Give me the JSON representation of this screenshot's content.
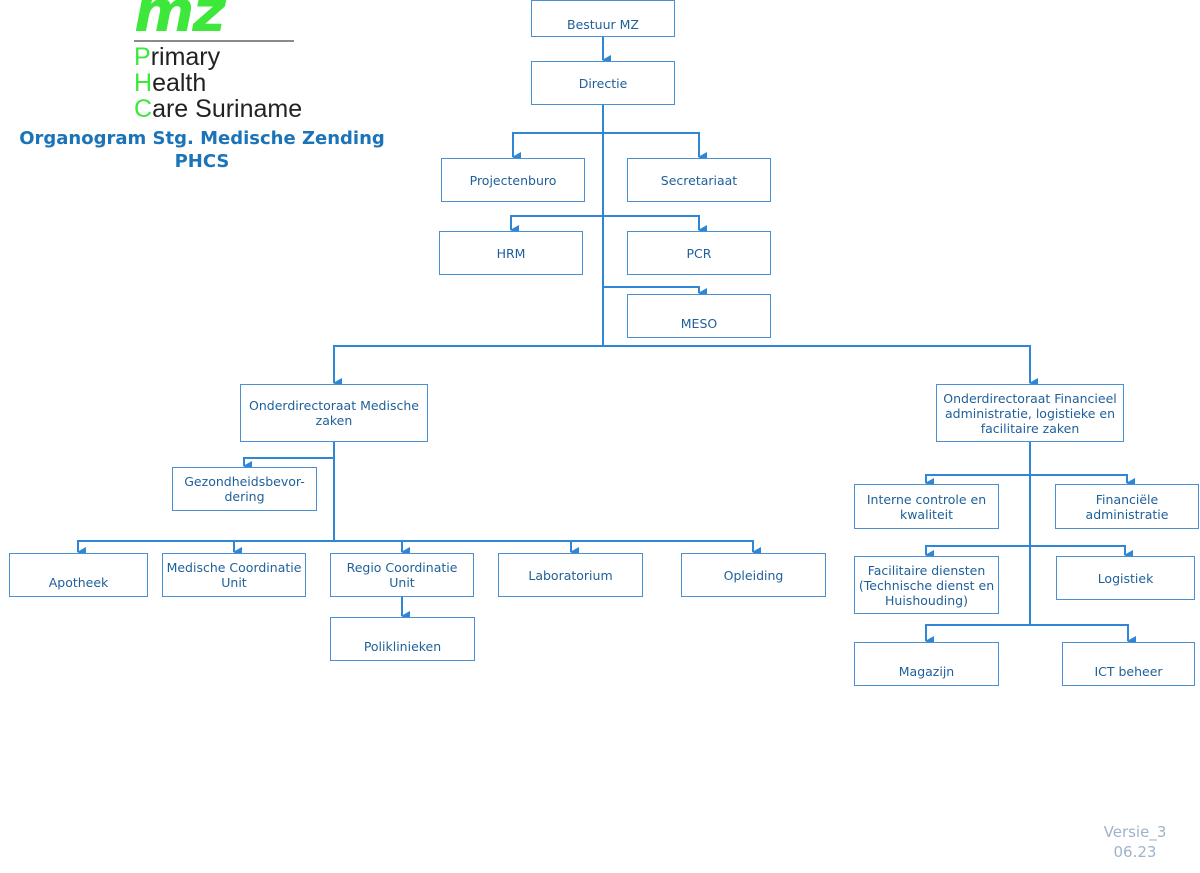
{
  "logo": {
    "brand": "mz",
    "line1_initial": "P",
    "line1_rest": "rimary",
    "line2_initial": "H",
    "line2_rest": "ealth",
    "line3_initial": "C",
    "line3_rest": "are Suriname"
  },
  "title": {
    "line1": "Organogram Stg. Medische Zending",
    "line2": "PHCS"
  },
  "version": {
    "line1": "Versie_3",
    "line2": "06.23"
  },
  "colors": {
    "box_border": "#4a8fd1",
    "connector": "#2f86d6",
    "text": "#1f5f9a",
    "title": "#1b73b8",
    "logo_green": "#3ee83b"
  },
  "nodes": {
    "bestuur": [
      "Bestuur MZ"
    ],
    "directie": [
      "Directie"
    ],
    "projectenburo": [
      "Projectenburo"
    ],
    "secretariaat": [
      "Secretariaat"
    ],
    "hrm": [
      "HRM"
    ],
    "pcr": [
      "PCR"
    ],
    "meso": [
      "MESO"
    ],
    "medische_zaken": [
      "Onderdirectoraat Medische",
      "zaken"
    ],
    "financieel": [
      "Onderdirectoraat Financieel",
      "administratie, logistieke en",
      "facilitaire zaken"
    ],
    "gezondheid": [
      "Gezondheidsbevor-",
      "dering"
    ],
    "apotheek": [
      "Apotheek"
    ],
    "medische_coordinatie": [
      "Medische Coordinatie",
      "Unit"
    ],
    "regio_coordinatie": [
      "Regio Coordinatie",
      "Unit"
    ],
    "laboratorium": [
      "Laboratorium"
    ],
    "opleiding": [
      "Opleiding"
    ],
    "poliklinieken": [
      "Poliklinieken"
    ],
    "interne_controle": [
      "Interne controle en",
      "kwaliteit"
    ],
    "financiele_adm": [
      "Financiële",
      "administratie"
    ],
    "facilitaire": [
      "Facilitaire diensten",
      "(Technische dienst en",
      "Huishouding)"
    ],
    "logistiek": [
      "Logistiek"
    ],
    "magazijn": [
      "Magazijn"
    ],
    "ict": [
      "ICT beheer"
    ]
  }
}
